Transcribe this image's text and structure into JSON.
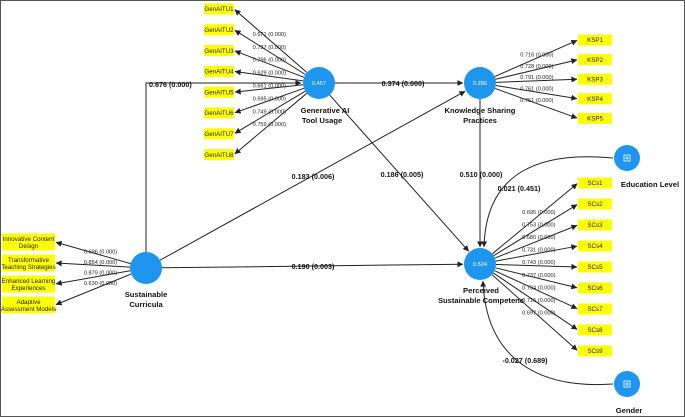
{
  "colors": {
    "construct": "#1e96f0",
    "indicator_box": "#ffff00",
    "line": "#222222"
  },
  "constructs": {
    "gai": {
      "label": [
        "Generative AI",
        "Tool Usage"
      ],
      "r2": "0.457"
    },
    "ksp": {
      "label": [
        "Knowledge Sharing",
        "Practices"
      ],
      "r2": "0.266"
    },
    "psc": {
      "label": [
        "Perceived",
        "Sustainable Competenc"
      ],
      "r2": "0.524"
    },
    "sc": {
      "label": [
        "Sustainable",
        "Curricula"
      ]
    },
    "edu": {
      "label": [
        "Education Level"
      ],
      "icon": "plus-square-icon"
    },
    "gen": {
      "label": [
        "Gender"
      ],
      "icon": "plus-square-icon"
    }
  },
  "indicators": {
    "gai": [
      {
        "label": "GenAITU1",
        "loading": "0.671 (0.000)"
      },
      {
        "label": "GenAITU2",
        "loading": "0.737 (0.000)"
      },
      {
        "label": "GenAITU3",
        "loading": "0.796 (0.000)"
      },
      {
        "label": "GenAITU4",
        "loading": "0.629 (0.000)"
      },
      {
        "label": "GenAITU5",
        "loading": "0.661 (0.000)"
      },
      {
        "label": "GenAITU6",
        "loading": "0.695 (0.000)"
      },
      {
        "label": "GenAITU7",
        "loading": "0.749 (0.000)"
      },
      {
        "label": "GenAITU8",
        "loading": "0.759 (0.000)"
      }
    ],
    "ksp": [
      {
        "label": "KSP1",
        "loading": "0.716 (0.000)"
      },
      {
        "label": "KSP2",
        "loading": "0.728 (0.000)"
      },
      {
        "label": "KSP3",
        "loading": "0.791 (0.000)"
      },
      {
        "label": "KSP4",
        "loading": "0.761 (0.000)"
      },
      {
        "label": "KSP5",
        "loading": "0.751 (0.000)"
      }
    ],
    "psc": [
      {
        "label": "SCs1",
        "loading": "0.695 (0.000)"
      },
      {
        "label": "SCs2",
        "loading": "0.753 (0.000)"
      },
      {
        "label": "SCs3",
        "loading": "0.680 (0.000)"
      },
      {
        "label": "SCs4",
        "loading": "0.731 (0.000)"
      },
      {
        "label": "SCs5",
        "loading": "0.743 (0.000)"
      },
      {
        "label": "SCs6",
        "loading": "0.737 (0.000)"
      },
      {
        "label": "SCs7",
        "loading": "0.734 (0.000)"
      },
      {
        "label": "SCs8",
        "loading": "0.716 (0.000)"
      },
      {
        "label": "SCs9",
        "loading": "0.697 (0.000)"
      }
    ],
    "sc": [
      {
        "label": [
          "Innovative Content",
          "Design"
        ],
        "loading": "0.696 (0.000)"
      },
      {
        "label": [
          "Transformative",
          "Teaching Strategies"
        ],
        "loading": "0.854 (0.000)"
      },
      {
        "label": [
          "Enhanced Learning",
          "Experiences"
        ],
        "loading": "0.879 (0.000)"
      },
      {
        "label": [
          "Adaptive",
          "Assessment Models"
        ],
        "loading": "0.630 (0.000)"
      }
    ]
  },
  "paths": {
    "sc_gai": "0.676 (0.000)",
    "gai_ksp": "0.374 (0.000)",
    "sc_ksp": "0.183 (0.006)",
    "gai_psc": "0.186 (0.005)",
    "ksp_psc": "0.510 (0.000)",
    "sc_psc": "0.190 (0.003)",
    "edu_psc": "0.021 (0.451)",
    "gen_psc": "-0.027 (0.689)"
  }
}
